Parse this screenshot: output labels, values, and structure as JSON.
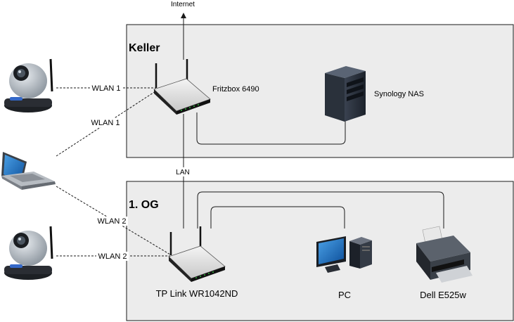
{
  "internet": {
    "label": "Internet"
  },
  "zones": {
    "basement": {
      "title": "Keller"
    },
    "upper": {
      "title": "1. OG"
    }
  },
  "devices": {
    "router_main": {
      "label": "Fritzbox 6490",
      "icon": "wifi-router-icon"
    },
    "nas": {
      "label": "Synology NAS",
      "icon": "server-tower-icon"
    },
    "router_secondary": {
      "label": "TP Link WR1042ND",
      "icon": "wifi-router-icon"
    },
    "pc": {
      "label": "PC",
      "icon": "desktop-pc-icon"
    },
    "printer": {
      "label": "Dell E525w",
      "icon": "printer-icon"
    },
    "camera_top": {
      "icon": "ip-camera-icon"
    },
    "camera_bottom": {
      "icon": "ip-camera-icon"
    },
    "laptop": {
      "icon": "laptop-icon"
    }
  },
  "links": {
    "wlan1_camera": "WLAN 1",
    "wlan1_laptop": "WLAN 1",
    "lan": "LAN",
    "wlan2_laptop": "WLAN 2",
    "wlan2_camera": "WLAN 2"
  }
}
